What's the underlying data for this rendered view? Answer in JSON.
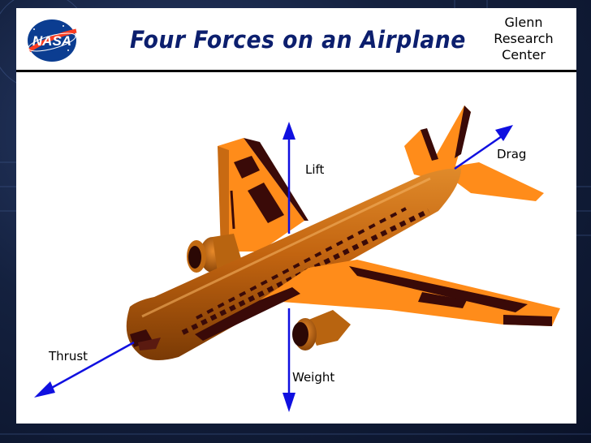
{
  "header": {
    "title": "Four Forces on an Airplane",
    "center_line1": "Glenn",
    "center_line2": "Research",
    "center_line3": "Center"
  },
  "logo": {
    "text": "NASA"
  },
  "forces": {
    "lift": "Lift",
    "drag": "Drag",
    "thrust": "Thrust",
    "weight": "Weight"
  },
  "colors": {
    "title": "#0c1f6e",
    "arrow": "#1010e0",
    "wing_orange": "#ff8a1a",
    "fuselage": "#c8680f",
    "detail_dark": "#3a0a08"
  }
}
